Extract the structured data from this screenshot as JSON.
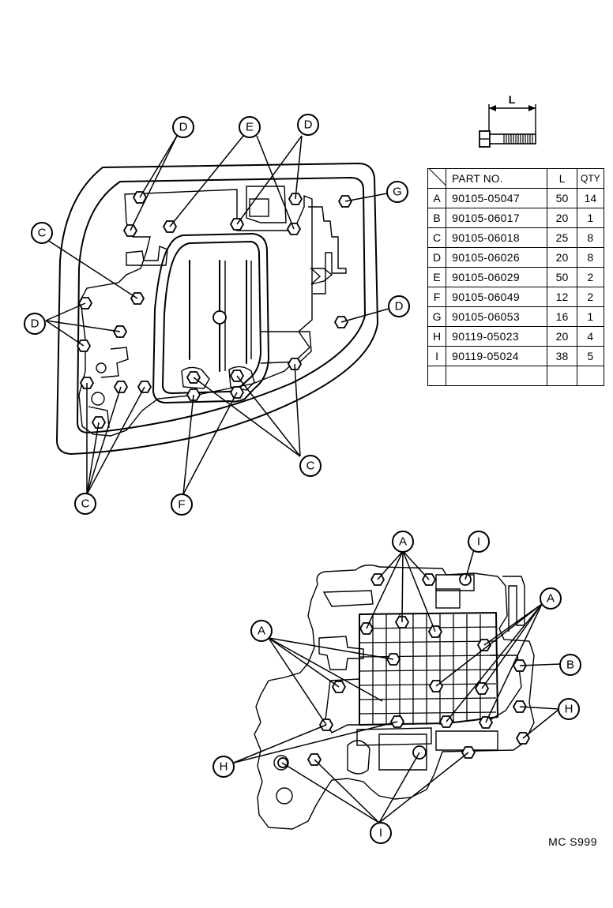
{
  "dimension_label": "L",
  "parts_table": {
    "headers": {
      "key": "",
      "part_no": "PART NO.",
      "length": "L",
      "qty": "QTY"
    },
    "rows": [
      {
        "key": "A",
        "part_no": "90105-05047",
        "length": "50",
        "qty": "14"
      },
      {
        "key": "B",
        "part_no": "90105-06017",
        "length": "20",
        "qty": "1"
      },
      {
        "key": "C",
        "part_no": "90105-06018",
        "length": "25",
        "qty": "8"
      },
      {
        "key": "D",
        "part_no": "90105-06026",
        "length": "20",
        "qty": "8"
      },
      {
        "key": "E",
        "part_no": "90105-06029",
        "length": "50",
        "qty": "2"
      },
      {
        "key": "F",
        "part_no": "90105-06049",
        "length": "12",
        "qty": "2"
      },
      {
        "key": "G",
        "part_no": "90105-06053",
        "length": "16",
        "qty": "1"
      },
      {
        "key": "H",
        "part_no": "90119-05023",
        "length": "20",
        "qty": "4"
      },
      {
        "key": "I",
        "part_no": "90119-05024",
        "length": "38",
        "qty": "5"
      },
      {
        "key": "",
        "part_no": "",
        "length": "",
        "qty": ""
      }
    ]
  },
  "callouts": {
    "top_view": [
      "D",
      "E",
      "D",
      "G",
      "C",
      "D",
      "D",
      "C",
      "C",
      "F"
    ],
    "bottom_view": [
      "A",
      "I",
      "A",
      "A",
      "B",
      "H",
      "H",
      "I"
    ]
  },
  "drawing_code": "MC  S999"
}
